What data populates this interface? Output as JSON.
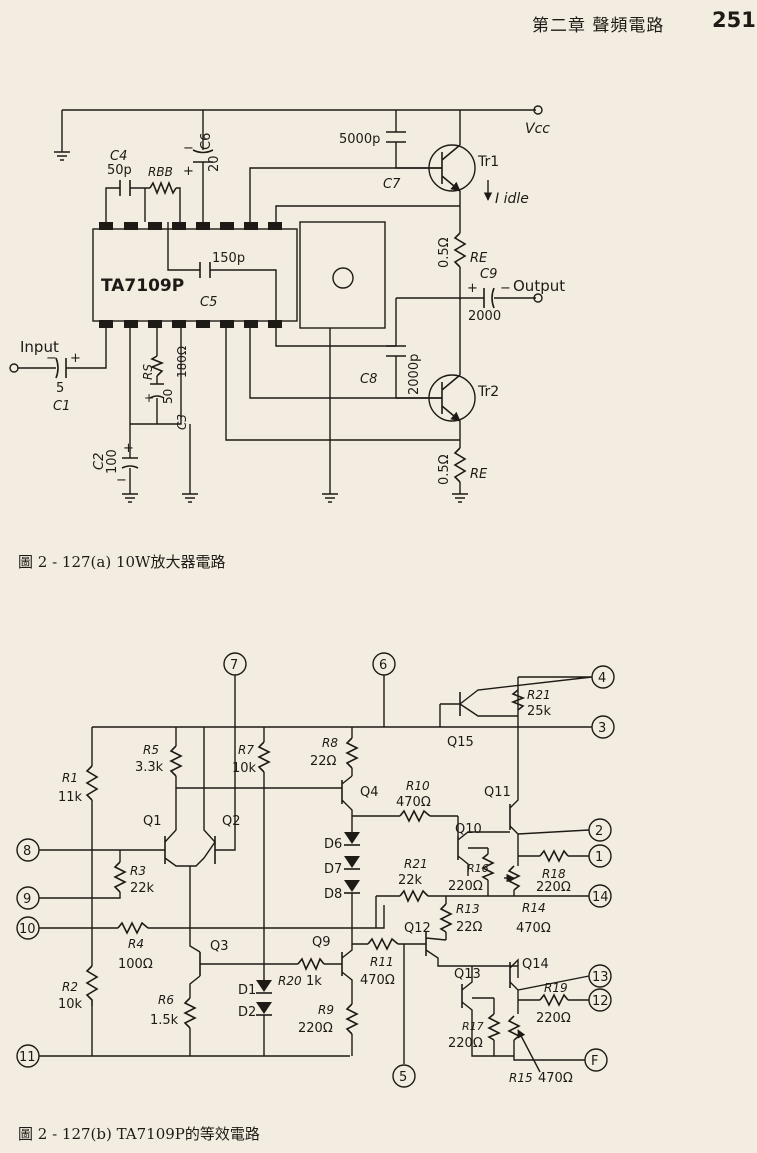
{
  "header": {
    "chapter": "第二章 聲頻電路",
    "page_number": "251"
  },
  "figure_a": {
    "caption": "圖 2 - 127(a) 10W放大器電路",
    "ic_label": "TA7109P",
    "labels": {
      "vcc": "Vcc",
      "input": "Input",
      "output": "Output",
      "idle": "I idle",
      "tr1": "Tr1",
      "tr2": "Tr2",
      "c1": "C1",
      "c1_value": "5",
      "c2": "C2",
      "c2_value": "100",
      "c3": "C3",
      "c3_value": "50",
      "c4": "C4",
      "c4_value": "50p",
      "c5": "C5",
      "c5_value": "150p",
      "c6": "C6",
      "c6_value": "20",
      "c7": "C7",
      "c7_value": "5000p",
      "c8": "C8",
      "c8_value": "2000p",
      "c9": "C9",
      "c9_value": "2000",
      "rbb": "RBB",
      "rs": "RS",
      "rs_value": "180Ω",
      "re_top": "RE",
      "re_top_value": "0.5Ω",
      "re_bottom": "RE",
      "re_bottom_value": "0.5Ω"
    }
  },
  "figure_b": {
    "caption": "圖 2 - 127(b) TA7109P的等效電路",
    "terminals": [
      "1",
      "2",
      "3",
      "4",
      "5",
      "6",
      "7",
      "8",
      "9",
      "10",
      "11",
      "12",
      "13",
      "14",
      "F"
    ],
    "labels": {
      "r1": "R1",
      "r1_value": "11k",
      "r2": "R2",
      "r2_value": "10k",
      "r3": "R3",
      "r3_value": "22k",
      "r4": "R4",
      "r4_value": "100Ω",
      "r5": "R5",
      "r5_value": "3.3k",
      "r6": "R6",
      "r6_value": "1.5k",
      "r7": "R7",
      "r7_value": "10k",
      "r8": "R8",
      "r8_value": "22Ω",
      "r9": "R9",
      "r9_value": "220Ω",
      "r10": "R10",
      "r10_value": "470Ω",
      "r11": "R11",
      "r11_value": "470Ω",
      "r13": "R13",
      "r13_value": "22Ω",
      "r14": "R14",
      "r14_value": "470Ω",
      "r15": "R15",
      "r15_value": "470Ω",
      "r16": "R16",
      "r16_value": "220Ω",
      "r17": "R17",
      "r17_value": "220Ω",
      "r18": "R18",
      "r18_value": "220Ω",
      "r19": "R19",
      "r19_value": "220Ω",
      "r20": "R20",
      "r20_value": "1k",
      "r21a": "R21",
      "r21a_value": "22k",
      "r21b": "R21",
      "r21b_value": "25k",
      "q1": "Q1",
      "q2": "Q2",
      "q3": "Q3",
      "q4": "Q4",
      "q9": "Q9",
      "q10": "Q10",
      "q11": "Q11",
      "q12": "Q12",
      "q13": "Q13",
      "q14": "Q14",
      "q15": "Q15",
      "d1": "D1",
      "d2": "D2",
      "d6": "D6",
      "d7": "D7",
      "d8": "D8"
    }
  }
}
